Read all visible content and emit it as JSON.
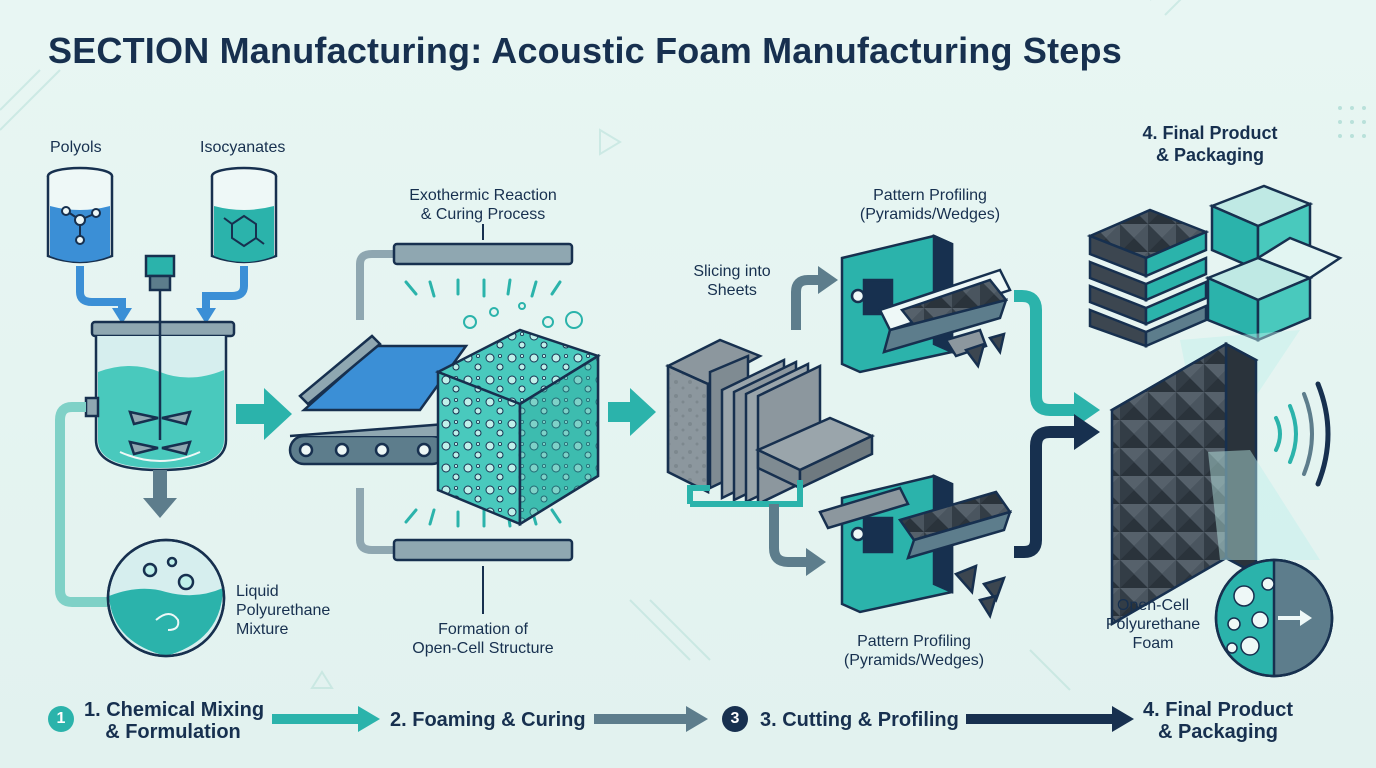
{
  "title": "SECTION Manufacturing: Acoustic Foam Manufacturing Steps",
  "labels": {
    "polyols": "Polyols",
    "isocyanates": "Isocyanates",
    "liquid_mixture": [
      "Liquid",
      "Polyurethane",
      "Mixture"
    ],
    "exothermic": [
      "Exothermic Reaction",
      "& Curing Process"
    ],
    "formation": [
      "Formation of",
      "Open-Cell Structure"
    ],
    "slicing": [
      "Slicing into",
      "Sheets"
    ],
    "pattern_top": [
      "Pattern Profiling",
      "(Pyramids/Wedges)"
    ],
    "pattern_bottom": [
      "Pattern Profiling",
      "(Pyramids/Wedges)"
    ],
    "final_top": [
      "4. Final Product",
      "& Packaging"
    ],
    "open_cell": [
      "Open-Cell",
      "Polyurethane",
      "Foam"
    ]
  },
  "steps": [
    {
      "badge": "1",
      "text": [
        "1. Chemical Mixing",
        "& Formulation"
      ],
      "color": "#2bb3ab"
    },
    {
      "badge": "",
      "text": [
        "2. Foaming & Curing"
      ],
      "color": "#5d7d8c"
    },
    {
      "badge": "3",
      "text": [
        "3. Cutting & Profiling"
      ],
      "color": "#17304f"
    },
    {
      "badge": "",
      "text": [
        "4. Final Product",
        "& Packaging"
      ],
      "color": "#17304f"
    }
  ],
  "colors": {
    "navy": "#17304f",
    "teal": "#2bb3ab",
    "slate": "#5d7d8c",
    "bg": "#e6f4f1"
  }
}
